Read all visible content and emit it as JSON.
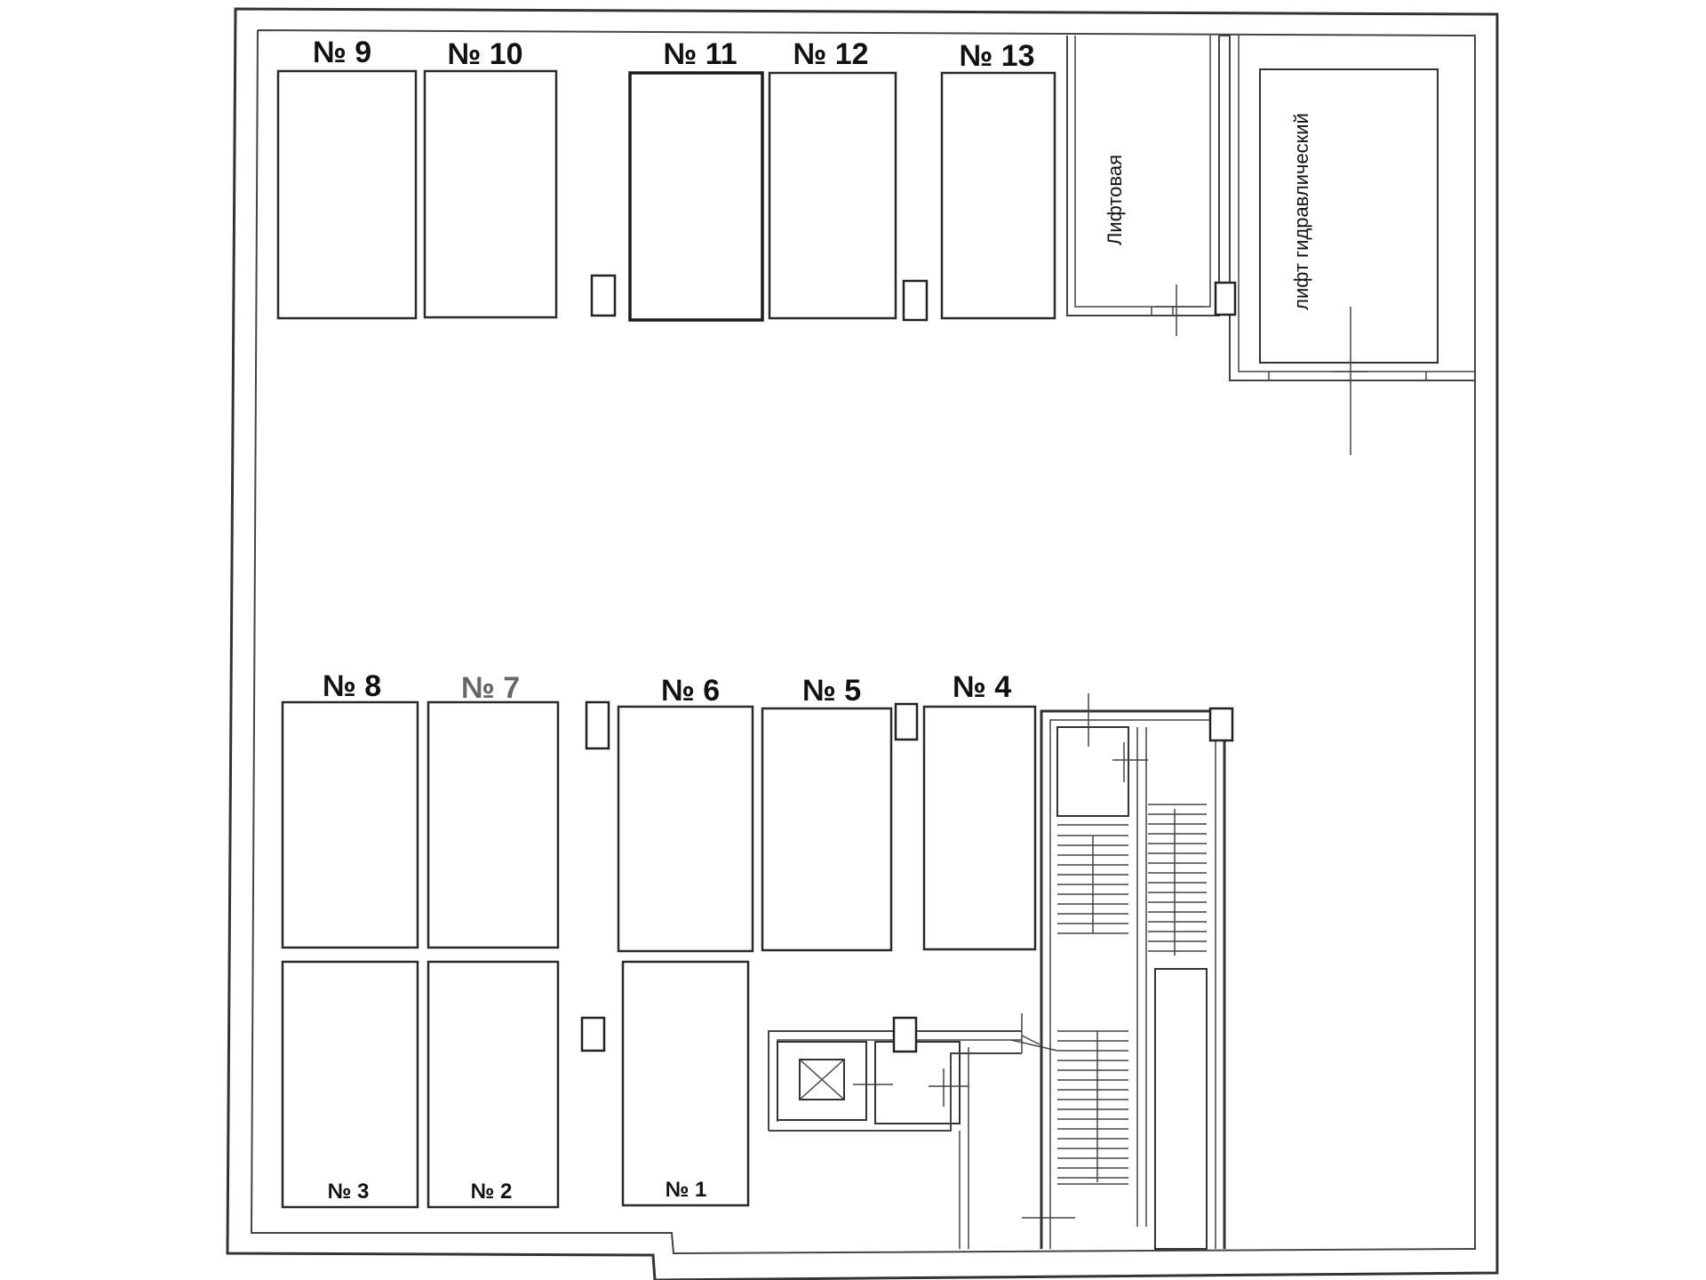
{
  "plan": {
    "top_row_labels": [
      "№ 9",
      "№ 10",
      "№ 11",
      "№ 12",
      "№ 13"
    ],
    "middle_row_labels": [
      "№ 8",
      "№ 7",
      "№ 6",
      "№ 5",
      "№ 4"
    ],
    "bottom_row_labels": [
      "№ 3",
      "№ 2",
      "№ 1"
    ],
    "rooms": {
      "elevator_room": "Лифтовая",
      "hydraulic_lift": "лифт гидравлический"
    }
  }
}
